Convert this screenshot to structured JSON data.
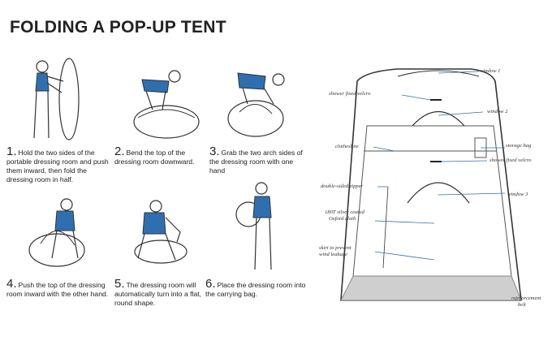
{
  "title": "FOLDING A POP-UP TENT",
  "accent_color": "#2f6fb0",
  "steps": [
    {
      "num": "1.",
      "text": "Hold the two sides of the portable dressing room and push them inward, then fold the dressing room in half."
    },
    {
      "num": "2.",
      "text": "Bend the top of the dressing room downward."
    },
    {
      "num": "3.",
      "text": "Grab the two arch sides of the dressing room with one hand"
    },
    {
      "num": "4.",
      "text": "Push the top of the dressing room inward with the other hand."
    },
    {
      "num": "5.",
      "text": "The dressing room will automatically turn into a flat, round shape."
    },
    {
      "num": "6.",
      "text": "Place the dressing room into the carrying bag."
    }
  ],
  "labels": {
    "window1": "window 1",
    "shower_velcro_top": "shower fixed velcro",
    "window2": "window 2",
    "clothesline": "clothesline",
    "storage_bag": "storage bag",
    "shower_velcro_side": "shower fixed velcro",
    "zipper": "double-sided zipper",
    "window3": "window 3",
    "cloth_line1": "180T silver coated",
    "cloth_line2": "Oxford cloth",
    "skirt_line1": "skirt to prevent",
    "skirt_line2": "wind leakage",
    "reinforce_line1": "reinforcement",
    "reinforce_line2": "belt"
  }
}
